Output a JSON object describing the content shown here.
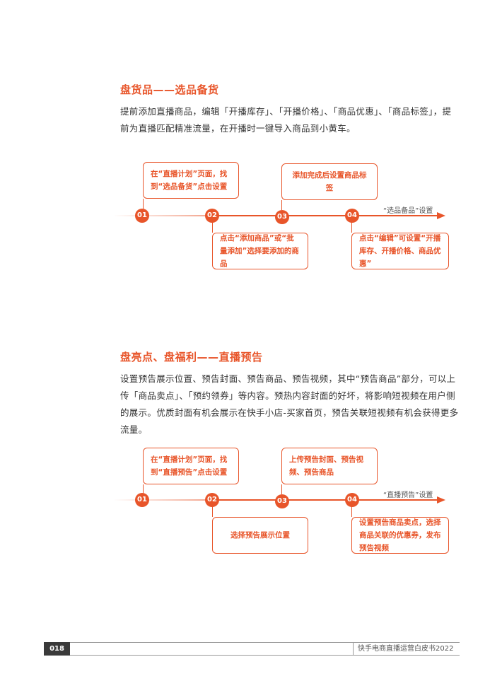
{
  "section1": {
    "title": "盘货品——选品备货",
    "paragraph": "提前添加直播商品，编辑「开播库存」、「开播价格」、「商品优惠」、「商品标签」，提前为直播匹配精准流量，在开播时一键导入商品到小黄车。",
    "timeline": {
      "axis_label": "“选品备品”设置",
      "steps": [
        {
          "num": "01",
          "text": "在“直播计划”页面，找到“选品备货”点击设置"
        },
        {
          "num": "02",
          "text": "点击“添加商品”或“批量添加”选择要添加的商品"
        },
        {
          "num": "03",
          "text": "添加完成后设置商品标签"
        },
        {
          "num": "04",
          "text": "点击“编辑”可设置“开播库存、开播价格、商品优惠”"
        }
      ]
    }
  },
  "section2": {
    "title": "盘亮点、盘福利——直播预告",
    "paragraph": "设置预告展示位置、预告封面、预告商品、预告视频，其中“预告商品”部分，可以上传「商品卖点」、「预约领券」等内容。预热内容封面的好坏，将影响短视频在用户侧的展示。优质封面有机会展示在快手小店-买家首页，预告关联短视频有机会获得更多流量。",
    "timeline": {
      "axis_label": "“直播预告”设置",
      "steps": [
        {
          "num": "01",
          "text": "在“直播计划”页面，找到“直播预告”点击设置"
        },
        {
          "num": "02",
          "text": "选择预告展示位置"
        },
        {
          "num": "03",
          "text": "上传预告封面、预告视频、预告商品"
        },
        {
          "num": "04",
          "text": "设置预告商品卖点，选择商品关联的优惠券，发布预告视频"
        }
      ]
    }
  },
  "footer": {
    "page_number": "018",
    "doc_title": "快手电商直播运营白皮书2022"
  },
  "colors": {
    "accent": "#e8552a",
    "text": "#333333"
  }
}
